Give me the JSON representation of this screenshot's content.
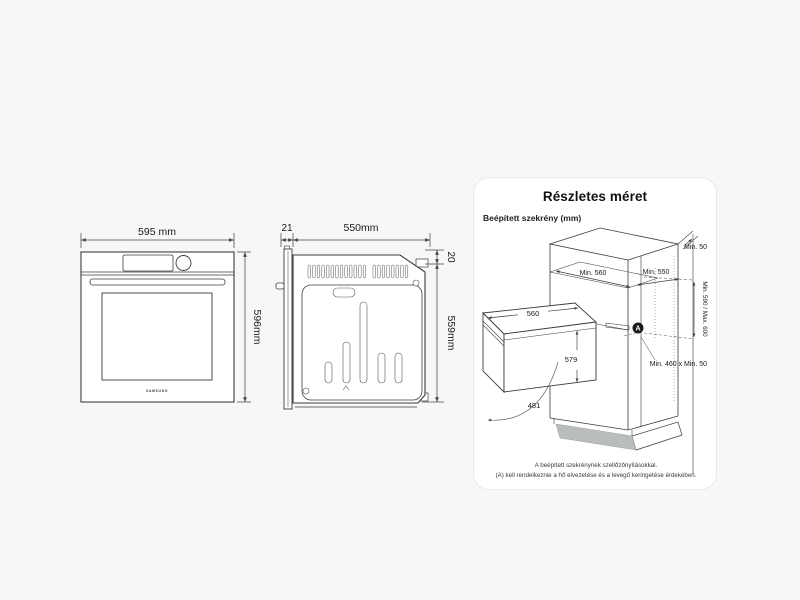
{
  "colors": {
    "page_bg": "#f7f7f7",
    "card_bg": "#ffffff",
    "card_border": "#e9e9e9",
    "drawing_line": "#3c3c3c",
    "dimension_line": "#4a4a4a",
    "text": "#1b1b1b",
    "plinth_gray": "#babdbe",
    "badge_bg": "#1a1a1a",
    "badge_text": "#ffffff"
  },
  "front_view": {
    "description": "Oven front elevation drawing",
    "width": "595 mm",
    "height": "596mm",
    "brand": "SAMSUNG"
  },
  "side_view": {
    "description": "Oven side profile drawing",
    "door_thickness": "21",
    "depth": "550mm",
    "top_gap": "20",
    "height": "559mm"
  },
  "card": {
    "title": "Részletes méret",
    "subtitle": "Beépített szekrény (mm)",
    "dims": {
      "rear_gap": "Min. 50",
      "niche_width": "Min. 560",
      "niche_depth": "Min. 550",
      "niche_height": "Min. 590 / Max. 600",
      "vent_opening": "Min. 460 x Min. 50",
      "oven_depth": "560",
      "oven_height": "579",
      "door_clearance": "481",
      "badge_letter": "A"
    },
    "footnote": {
      "line1": "A beépített szekrénynek szellőzőnyílásokkal.",
      "line2": "(A) kell rendelkeznie a hő elvezetése és a levegő keringetése érdekében."
    }
  }
}
